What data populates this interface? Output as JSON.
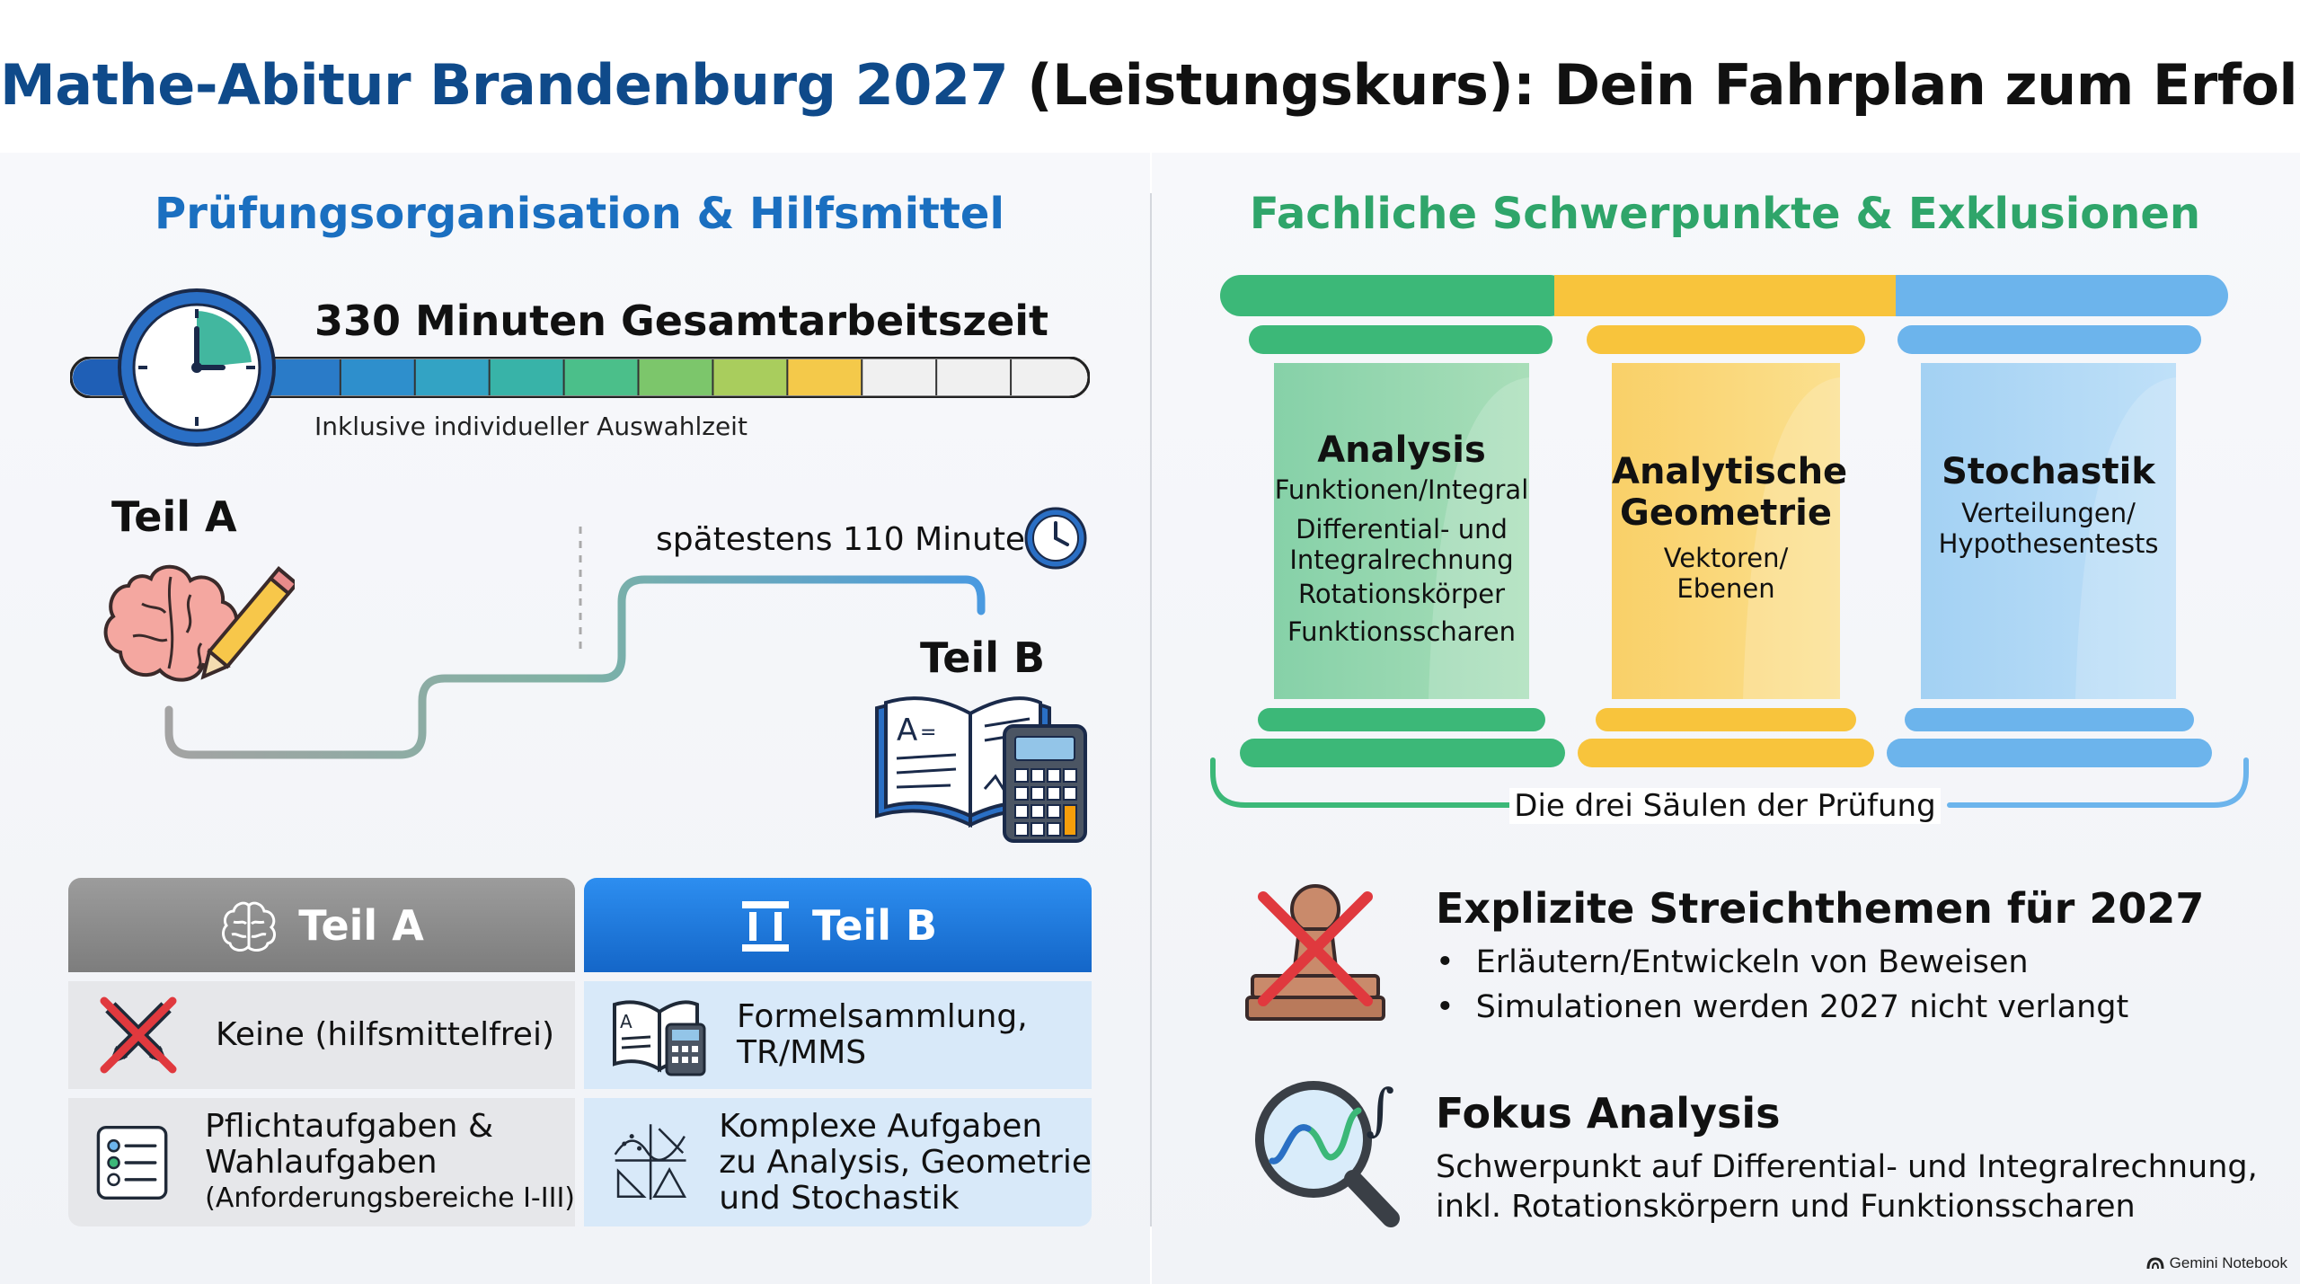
{
  "title": {
    "part1": "Mathe-Abitur Brandenburg 2027",
    "part2": "(Leistungskurs): Dein Fahrplan zum Erfolg"
  },
  "left": {
    "section_title": "Prüfungsorganisation & Hilfsmittel",
    "total_time": "330 Minuten Gesamtarbeitszeit",
    "total_sub": "Inklusive individueller Auswahlzeit",
    "time_bar_segments": [
      "#1f5fb6",
      "#2a7bc8",
      "#2e8fcc",
      "#33a3c4",
      "#38b3a8",
      "#4bbf8a",
      "#7cc66b",
      "#a9cd5d",
      "#f4c94a",
      "#f0f0f0",
      "#f0f0f0",
      "#f0f0f0"
    ],
    "partA_label": "Teil A",
    "partB_label": "Teil B",
    "partB_time": "spätestens 110 Minuten",
    "table": {
      "headA": "Teil A",
      "headB": "Teil B",
      "a1": "Keine (hilfsmittelfrei)",
      "a2_line1": "Pflichtaufgaben &",
      "a2_line2": "Wahlaufgaben",
      "a2_line3": "(Anforderungsbereiche I-III)",
      "b1_line1": "Formelsammlung,",
      "b1_line2": "TR/MMS",
      "b2_line1": "Komplexe Aufgaben",
      "b2_line2": "zu Analysis, Geometrie",
      "b2_line3": "und Stochastik"
    }
  },
  "right": {
    "section_title": "Fachliche Schwerpunkte & Exklusionen",
    "pillars": [
      {
        "title_lines": [
          "Analysis"
        ],
        "items": [
          "Funktionen/Integral",
          "Differential- und",
          "Integralrechnung",
          "Rotationskörper",
          "Funktionsscharen"
        ]
      },
      {
        "title_lines": [
          "Analytische",
          "Geometrie"
        ],
        "items": [
          "Vektoren/",
          "Ebenen"
        ]
      },
      {
        "title_lines": [
          "Stochastik"
        ],
        "items": [
          "Verteilungen/",
          "Hypothesentests"
        ]
      }
    ],
    "pillars_caption": "Die drei Säulen der Prüfung",
    "exclusions": {
      "title": "Explizite Streichthemen für 2027",
      "items": [
        "Erläutern/Entwickeln von Beweisen",
        "Simulationen werden 2027 nicht verlangt"
      ]
    },
    "focus": {
      "title": "Fokus Analysis",
      "line1": "Schwerpunkt auf Differential- und Integralrechnung,",
      "line2": "inkl. Rotationskörpern und Funktionsscharen"
    }
  },
  "colors": {
    "title_blue": "#0f4a8a",
    "section_blue": "#1a6fc0",
    "section_green": "#2fa56a",
    "pillar_green": "#3cb878",
    "pillar_yellow": "#f8c43c",
    "pillar_blue": "#6cb4ec",
    "cross_red": "#e0393e"
  },
  "footer": "Gemini Notebook"
}
